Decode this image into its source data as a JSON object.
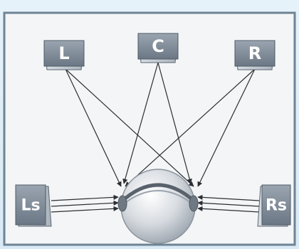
{
  "diagram": {
    "speakers": {
      "front_left": "L",
      "center": "C",
      "front_right": "R",
      "surround_left": "Ls",
      "surround_right": "Rs"
    }
  },
  "colors": {
    "background": "#dcecf7",
    "frame_border": "#6e8494",
    "frame_fill": "#f4f5f6",
    "speaker_face": "#7e8a96",
    "speaker_body": "#c6ced6",
    "line": "#2b2f34"
  },
  "icons": {
    "listener": "listener-head-icon",
    "speaker": "speaker-box-icon"
  }
}
